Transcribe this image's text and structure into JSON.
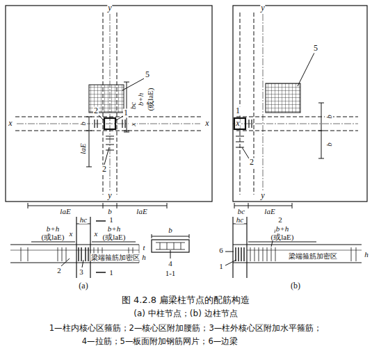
{
  "diagram": {
    "caption": "图 4.2.8 扁梁柱节点的配筋构造",
    "labels": [
      "y",
      "x",
      "x",
      "5",
      "2",
      "1",
      "bc",
      "x",
      "b+h",
      "(或laE)",
      "b",
      "laE",
      "2",
      "y",
      "laE",
      "b",
      "laE",
      "y",
      "5",
      "1",
      "x",
      "2",
      "b",
      "b",
      "y",
      "bc",
      "laE",
      "hc",
      "1",
      "b+h",
      "(或laE)",
      "b+h",
      "(或laE)",
      "x",
      "x",
      "t",
      "h",
      "2",
      "3",
      "梁端箍筋加密区",
      "1",
      "(a)",
      "b",
      "4",
      "1-1",
      "hc",
      "2",
      "b+h",
      "(或laE)",
      "6",
      "1",
      "h",
      "梁端箍筋加密区",
      "(b)",
      "(a) 中柱节点；(b) 边柱节点",
      "1—柱内核心区箍筋；2—核心区附加腰筋；3—柱外核心区附加水平箍筋；",
      "4—拉筋；5—板面附加钢筋网片；6—边梁"
    ]
  }
}
